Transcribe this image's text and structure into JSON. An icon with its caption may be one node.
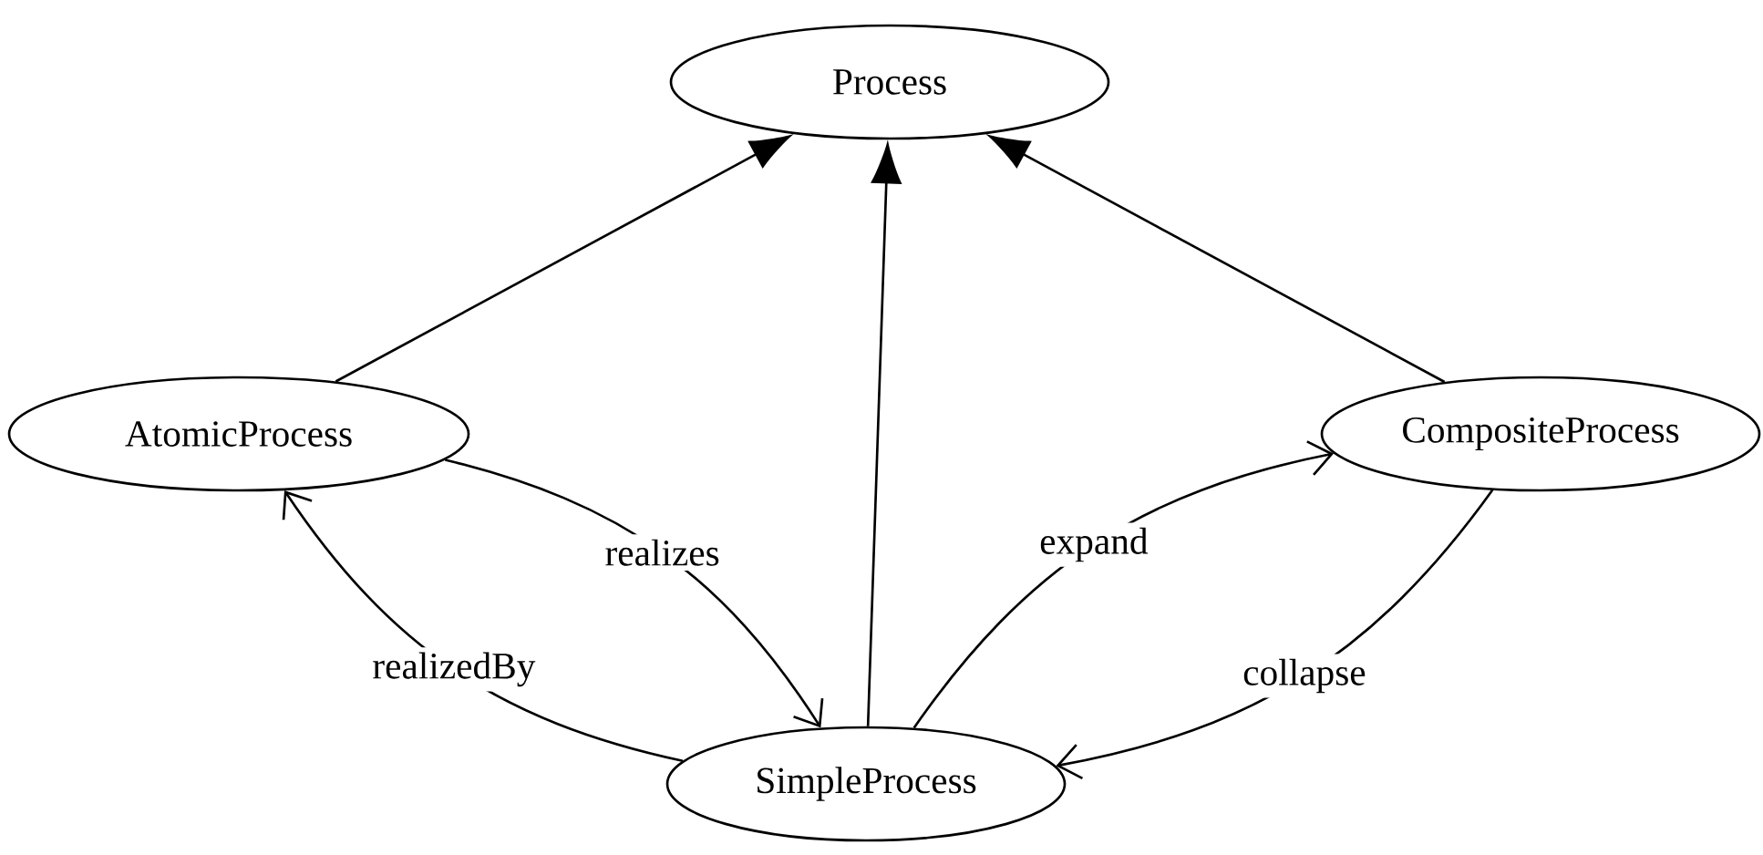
{
  "diagram": {
    "nodes": [
      {
        "text": [
          "Process"
        ]
      },
      {
        "text": [
          "AtomicProcess"
        ]
      },
      {
        "text": [
          "CompositeProcess"
        ]
      },
      {
        "text": [
          "SimpleProcess"
        ]
      }
    ],
    "edges": [
      {
        "from": 1,
        "to": 0,
        "arrow": "to"
      },
      {
        "from": 3,
        "to": 0,
        "arrow": "to"
      },
      {
        "from": 2,
        "to": 0,
        "arrow": "to"
      },
      {
        "from": 1,
        "to": 3,
        "arrow": "to",
        "label": "realizes"
      },
      {
        "from": 3,
        "to": 1,
        "arrow": "to",
        "label": "realizedBy"
      },
      {
        "from": 3,
        "to": 2,
        "arrow": "to",
        "label": "expand"
      },
      {
        "from": 2,
        "to": 3,
        "arrow": "to",
        "label": "collapse"
      }
    ]
  }
}
